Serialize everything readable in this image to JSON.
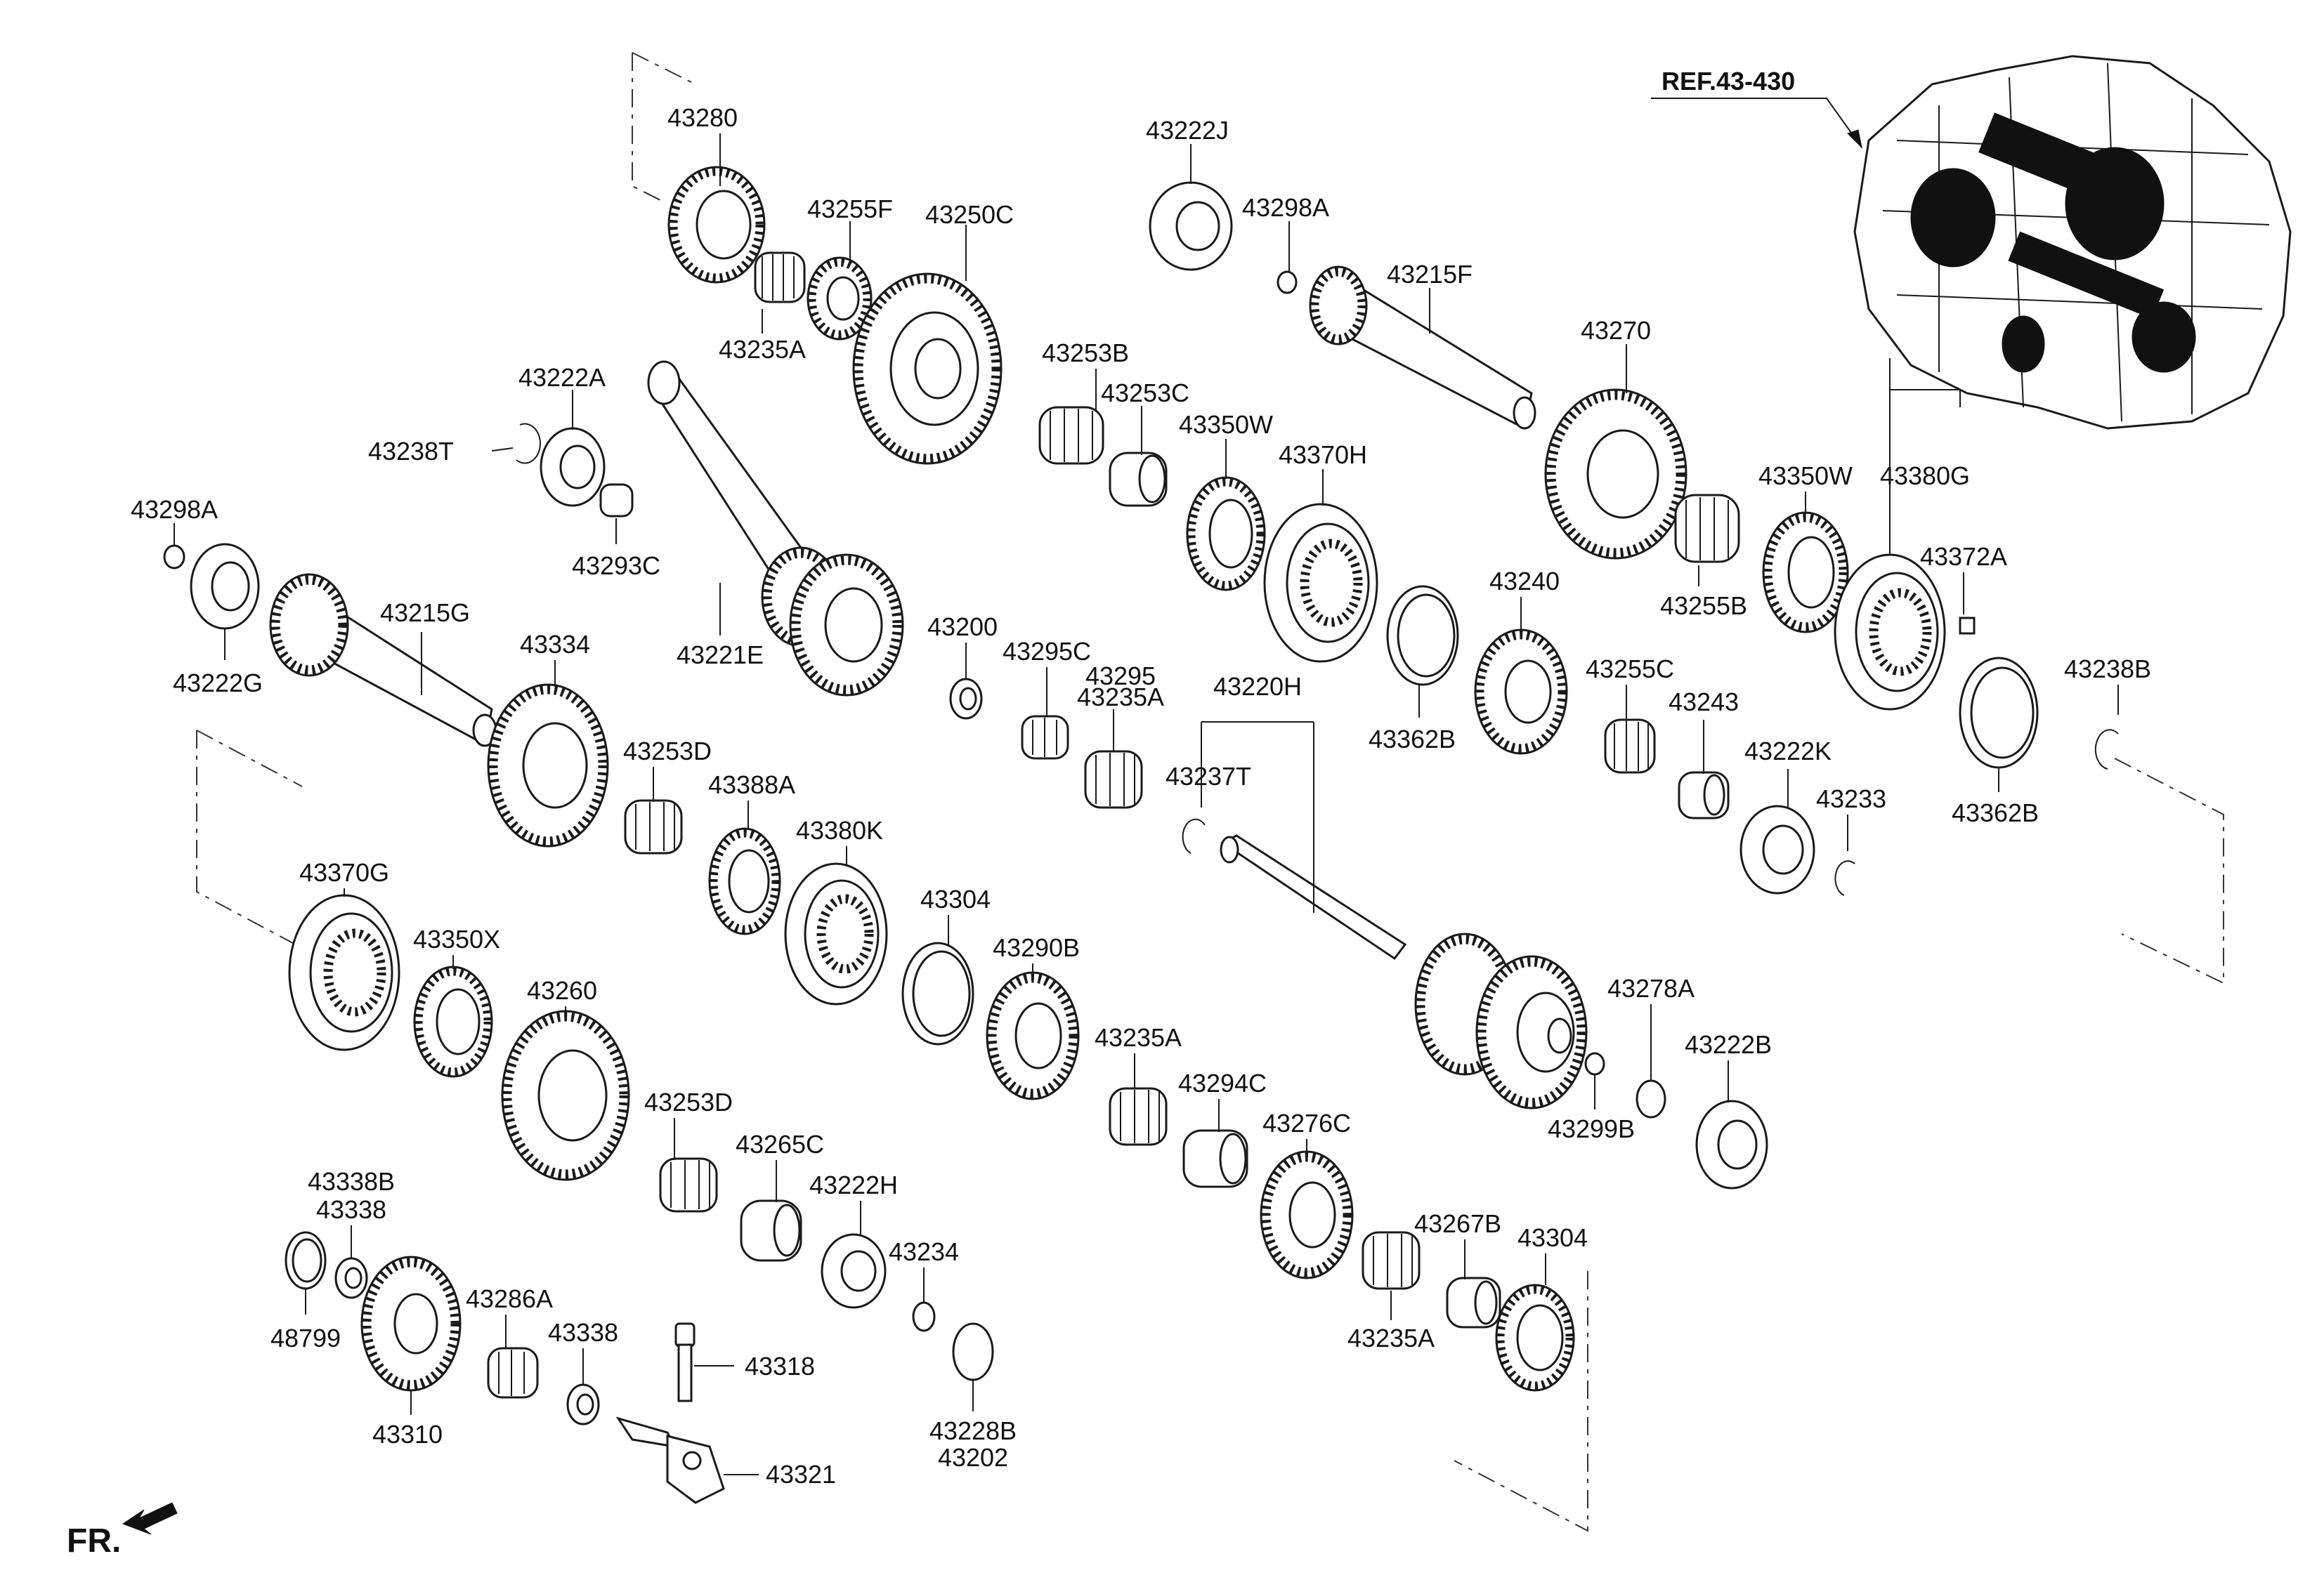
{
  "reference": {
    "label": "REF.43-430"
  },
  "direction": {
    "label": "FR."
  },
  "labels": {
    "p43280": "43280",
    "p43255F": "43255F",
    "p43250C": "43250C",
    "p43235A_top": "43235A",
    "p43222J": "43222J",
    "p43298A_top": "43298A",
    "p43215F": "43215F",
    "p43253B": "43253B",
    "p43253C": "43253C",
    "p43270": "43270",
    "p43222A": "43222A",
    "p43238T": "43238T",
    "p43293C": "43293C",
    "p43221E": "43221E",
    "p43350W_mid": "43350W",
    "p43370H": "43370H",
    "p43350W_right": "43350W",
    "p43380G": "43380G",
    "p43372A": "43372A",
    "p43255B": "43255B",
    "p43298A_left": "43298A",
    "p43222G": "43222G",
    "p43215G": "43215G",
    "p43334": "43334",
    "p43200": "43200",
    "p43295C": "43295C",
    "p43295": "43295",
    "p43235A_mid": "43235A",
    "p43220H": "43220H",
    "p43240": "43240",
    "p43362B_mid": "43362B",
    "p43255C": "43255C",
    "p43243": "43243",
    "p43238B": "43238B",
    "p43362B_right": "43362B",
    "p43222K": "43222K",
    "p43233": "43233",
    "p43253D_top": "43253D",
    "p43388A": "43388A",
    "p43380K": "43380K",
    "p43237T": "43237T",
    "p43370G": "43370G",
    "p43350X": "43350X",
    "p43304_mid": "43304",
    "p43290B": "43290B",
    "p43260": "43260",
    "p43235A_low": "43235A",
    "p43278A": "43278A",
    "p43222B": "43222B",
    "p43253D_low": "43253D",
    "p43294C": "43294C",
    "p43276C": "43276C",
    "p43299B": "43299B",
    "p43265C": "43265C",
    "p43338B": "43338B",
    "p43338_top": "43338",
    "p43222H": "43222H",
    "p43234": "43234",
    "p43267B": "43267B",
    "p43304_low": "43304",
    "p48799": "48799",
    "p43286A": "43286A",
    "p43338_low": "43338",
    "p43318": "43318",
    "p43235A_bottom": "43235A",
    "p43310": "43310",
    "p43228B": "43228B",
    "p43202": "43202",
    "p43321": "43321"
  }
}
